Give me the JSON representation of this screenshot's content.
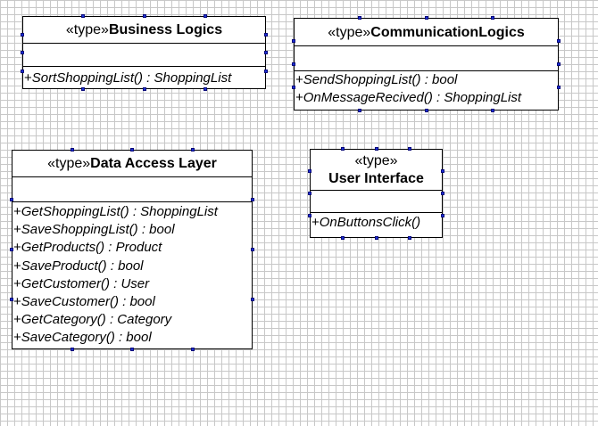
{
  "classes": [
    {
      "id": "business-logics",
      "stereotype": "«type»",
      "name": "Business Logics",
      "operations": [
        {
          "visibility": "+",
          "signature": "SortShoppingList() : ShoppingList"
        }
      ]
    },
    {
      "id": "communication-logics",
      "stereotype": "«type»",
      "name": "CommunicationLogics",
      "operations": [
        {
          "visibility": "+",
          "signature": "SendShoppingList() : bool"
        },
        {
          "visibility": "+",
          "signature": "OnMessageRecived() : ShoppingList"
        }
      ]
    },
    {
      "id": "data-access-layer",
      "stereotype": "«type»",
      "name": "Data Access Layer",
      "operations": [
        {
          "visibility": "+",
          "signature": "GetShoppingList() : ShoppingList"
        },
        {
          "visibility": "+",
          "signature": "SaveShoppingList() : bool"
        },
        {
          "visibility": "+",
          "signature": "GetProducts() : Product"
        },
        {
          "visibility": "+",
          "signature": "SaveProduct() : bool"
        },
        {
          "visibility": "+",
          "signature": "GetCustomer() : User"
        },
        {
          "visibility": "+",
          "signature": "SaveCustomer() : bool"
        },
        {
          "visibility": "+",
          "signature": "GetCategory() : Category"
        },
        {
          "visibility": "+",
          "signature": "SaveCategory() : bool"
        }
      ]
    },
    {
      "id": "user-interface",
      "stereotype": "«type»",
      "name": "User Interface",
      "operations": [
        {
          "visibility": "+",
          "signature": "OnButtonsClick()"
        }
      ]
    }
  ],
  "colors": {
    "grid": "#c8c8c8",
    "border": "#000000",
    "selection_handle": "#1a2fd6"
  }
}
